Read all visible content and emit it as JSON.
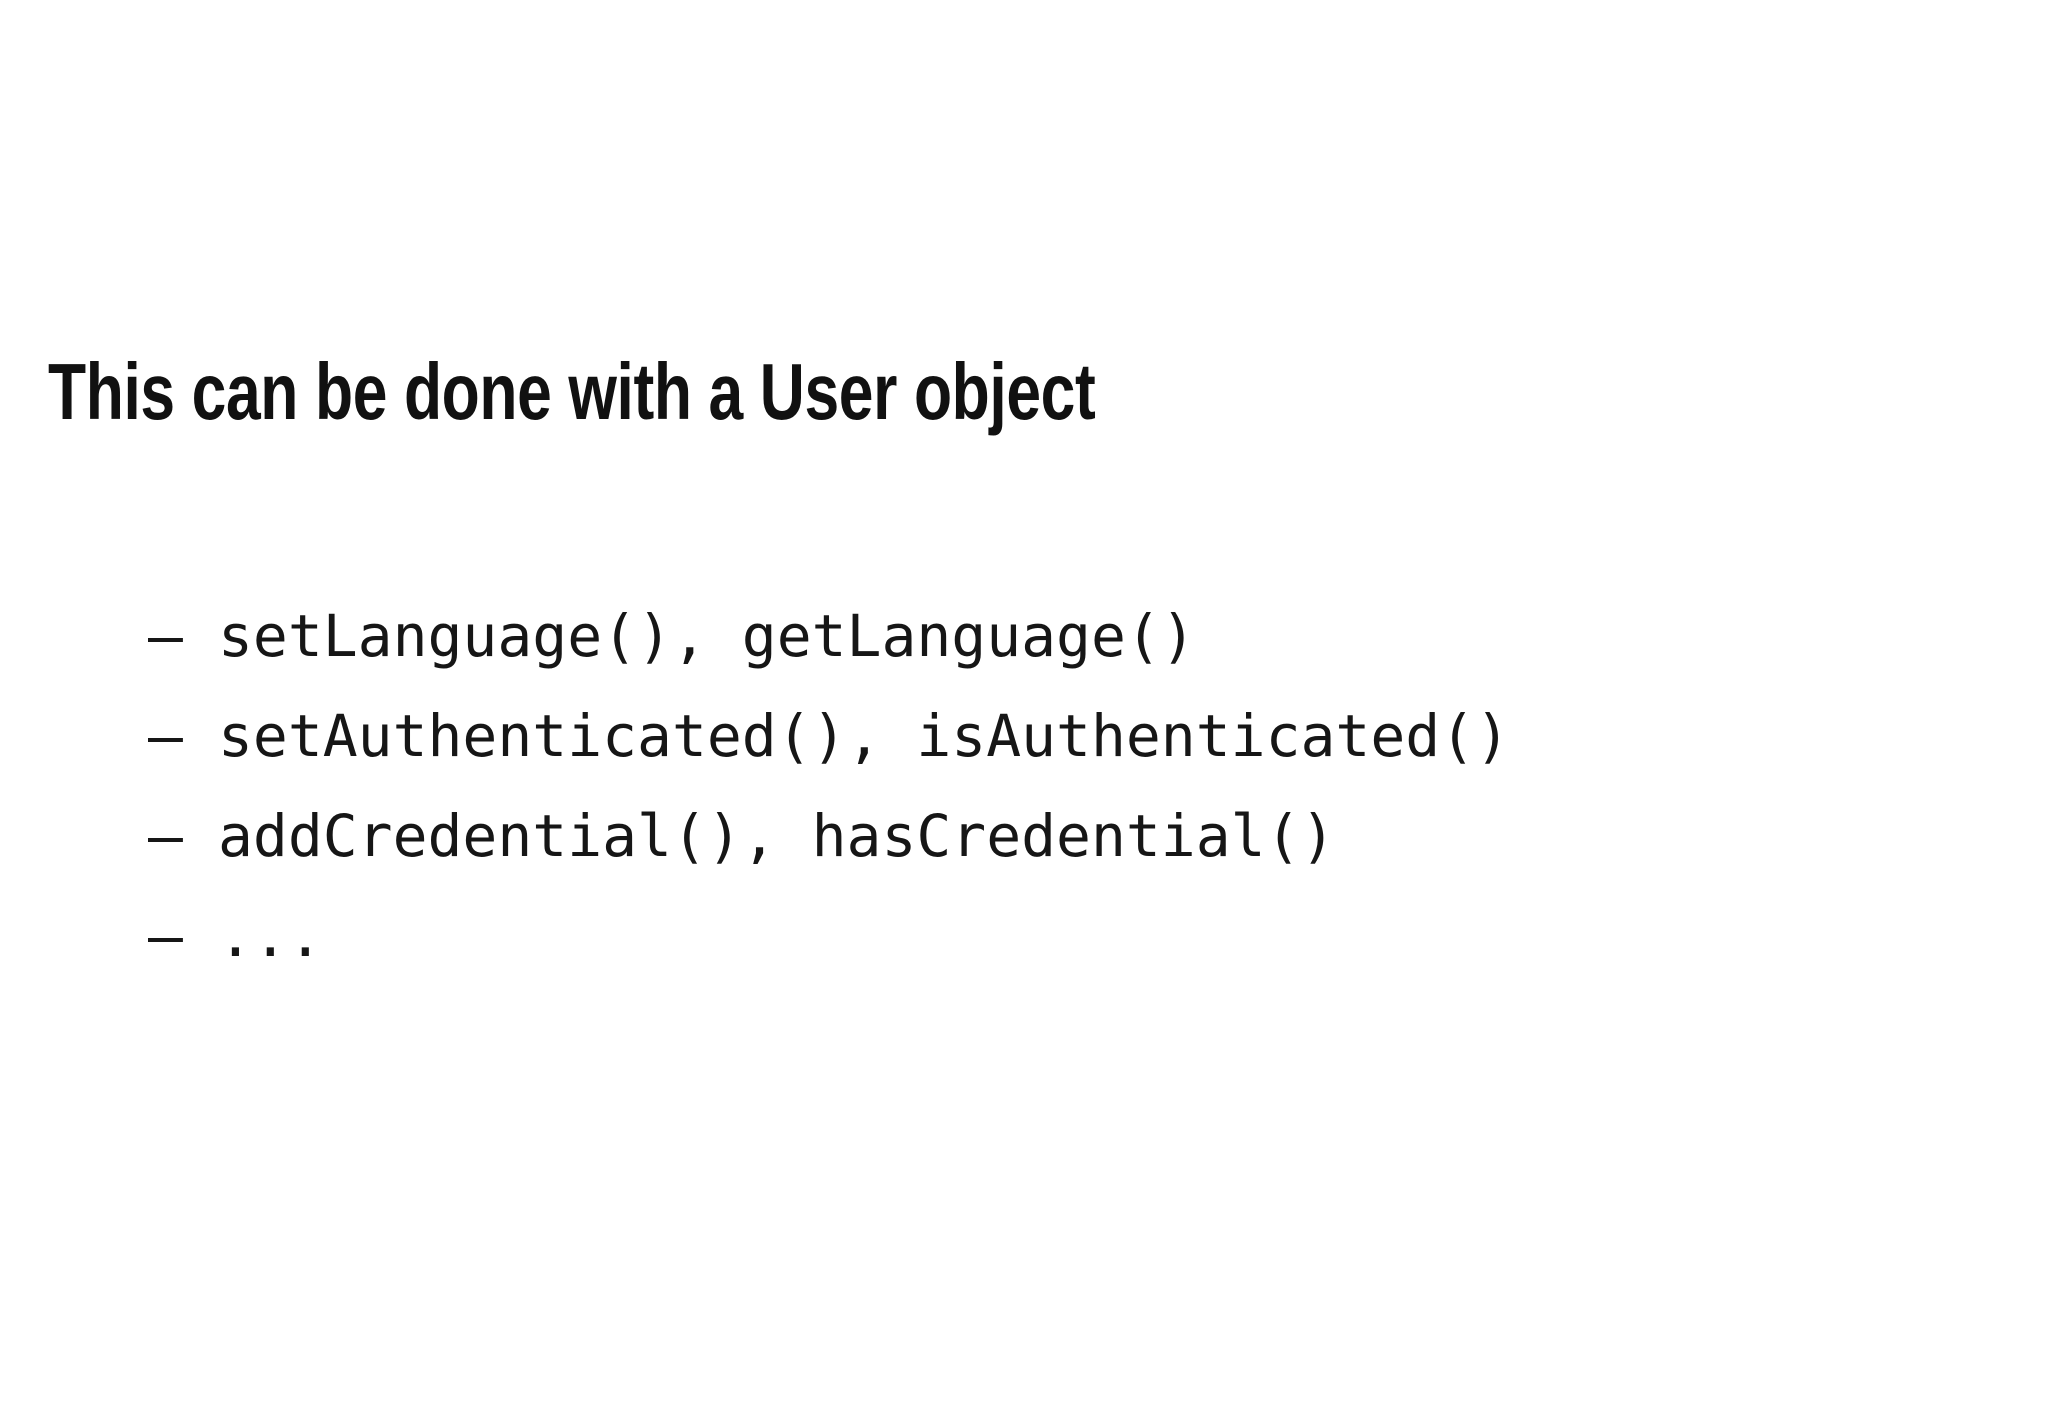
{
  "slide": {
    "background_color": "#ffffff",
    "text_color": "#161616",
    "heading": "This can be done with a User object",
    "bullet_marker": "–",
    "bullets": [
      {
        "text": "setLanguage(), getLanguage()"
      },
      {
        "text": "setAuthenticated(), isAuthenticated()"
      },
      {
        "text": "addCredential(), hasCredential()"
      },
      {
        "text": "..."
      }
    ]
  }
}
